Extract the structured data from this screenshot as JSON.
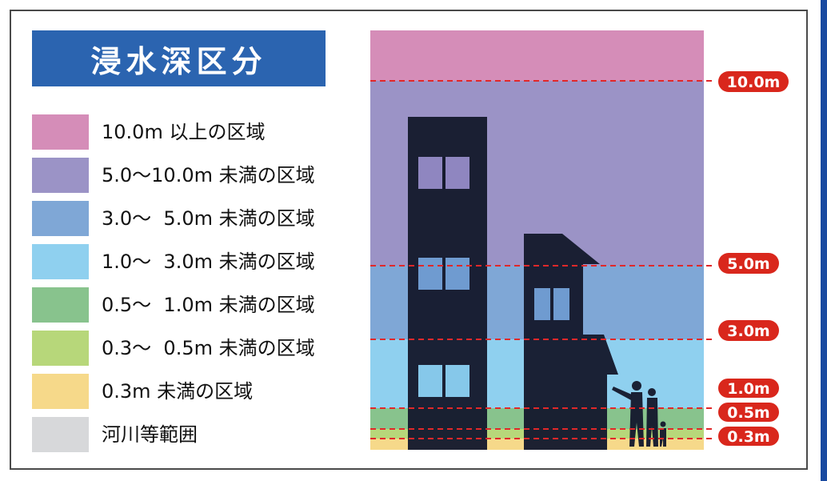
{
  "title": "浸水深区分",
  "legend": [
    {
      "label": "10.0m 以上の区域",
      "color": "#d58db8"
    },
    {
      "label": "5.0～10.0m 未満の区域",
      "color": "#9b93c6"
    },
    {
      "label": "3.0～  5.0m 未満の区域",
      "color": "#7fa7d6"
    },
    {
      "label": "1.0～  3.0m 未満の区域",
      "color": "#8fd0ef"
    },
    {
      "label": "0.5～  1.0m 未満の区域",
      "color": "#88c38d"
    },
    {
      "label": "0.3～  0.5m 未満の区域",
      "color": "#b7d77a"
    },
    {
      "label": "0.3m 未満の区域",
      "color": "#f6d98a"
    },
    {
      "label": "河川等範囲",
      "color": "#d7d8da"
    }
  ],
  "depth_markers": [
    "10.0m",
    "5.0m",
    "3.0m",
    "1.0m",
    "0.5m",
    "0.3m"
  ],
  "colors": {
    "title_bg": "#2b64b0",
    "badge_bg": "#d9271c",
    "dash_line": "#e0282a",
    "silhouette": "#161b2e",
    "frame_border": "#4a4a4a",
    "side_bar": "#1a4aa0"
  },
  "icons": [
    "tall-building-silhouette",
    "house-silhouette",
    "people-silhouette"
  ]
}
